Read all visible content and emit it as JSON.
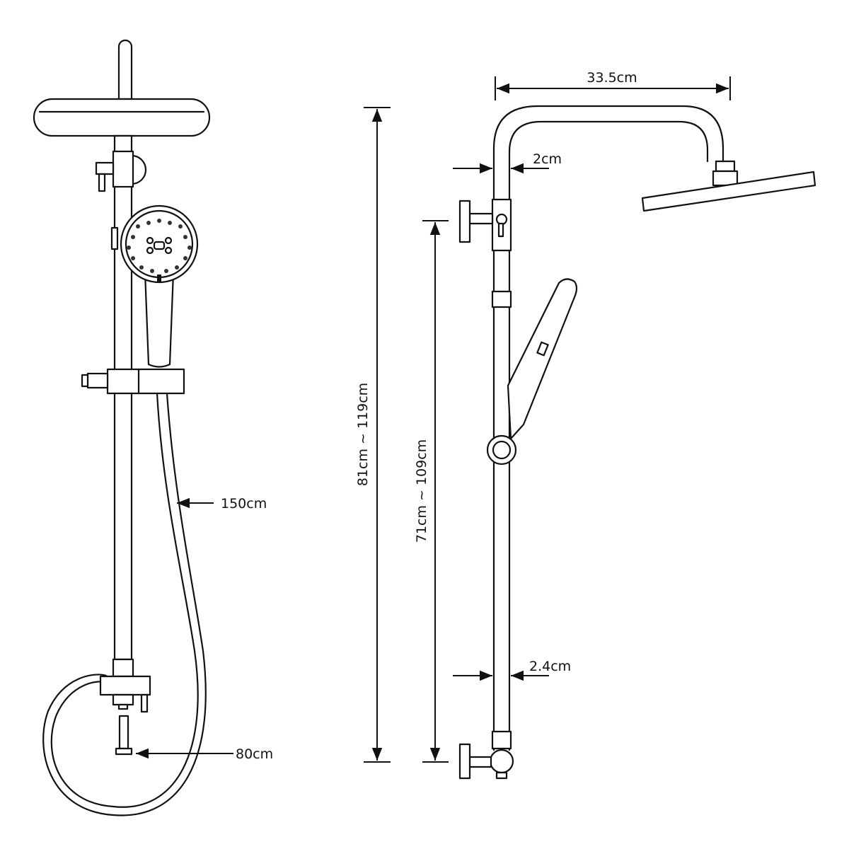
{
  "dimensions": {
    "head_arm_length": "33.5cm",
    "top_pipe_diameter": "2cm",
    "rail_diameter": "2.4cm",
    "hose_length": "150cm",
    "inlet_spacing": "80cm",
    "overall_height": "81cm ~ 119cm",
    "rail_height": "71cm ~ 109cm"
  },
  "colors": {
    "line": "#111111",
    "background": "#ffffff"
  }
}
